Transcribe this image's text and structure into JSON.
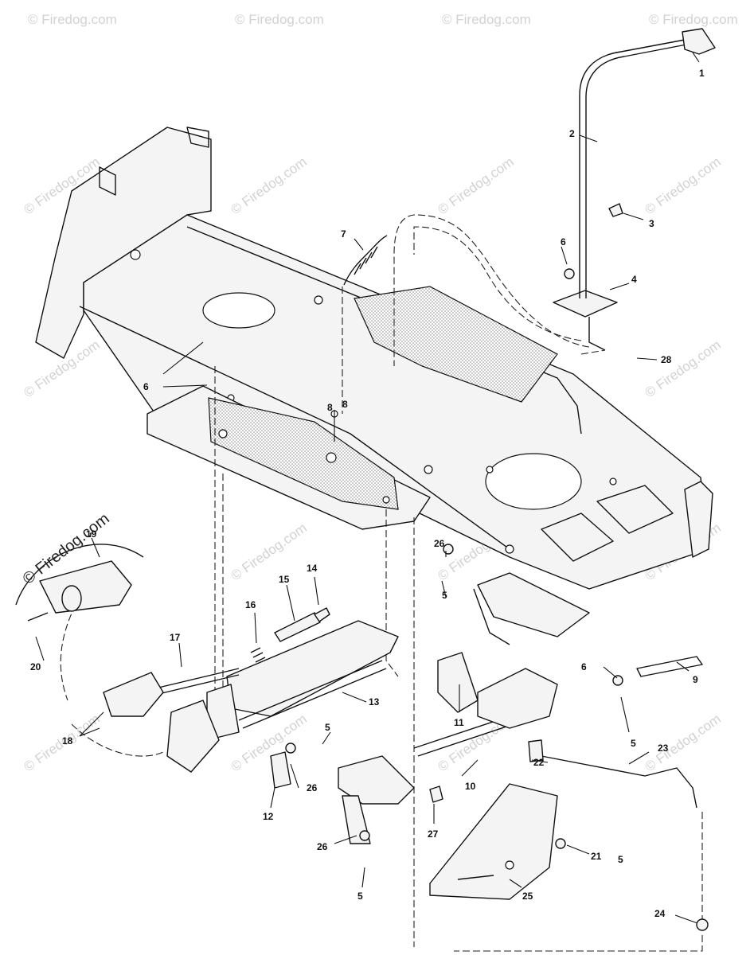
{
  "watermark": {
    "text": "© Firedog.com",
    "inset_text": "© Firedog.com"
  },
  "callouts": [
    {
      "id": "c1",
      "label": "1"
    },
    {
      "id": "c2",
      "label": "2"
    },
    {
      "id": "c3",
      "label": "3"
    },
    {
      "id": "c4",
      "label": "4"
    },
    {
      "id": "c6a",
      "label": "6"
    },
    {
      "id": "c7",
      "label": "7"
    },
    {
      "id": "c28",
      "label": "28"
    },
    {
      "id": "c6b",
      "label": "6"
    },
    {
      "id": "c8a",
      "label": "8"
    },
    {
      "id": "c8b",
      "label": "8"
    },
    {
      "id": "c26a",
      "label": "26"
    },
    {
      "id": "c5a",
      "label": "5"
    },
    {
      "id": "c14",
      "label": "14"
    },
    {
      "id": "c15",
      "label": "15"
    },
    {
      "id": "c16",
      "label": "16"
    },
    {
      "id": "c17",
      "label": "17"
    },
    {
      "id": "c19",
      "label": "19"
    },
    {
      "id": "c20",
      "label": "20"
    },
    {
      "id": "c18",
      "label": "18"
    },
    {
      "id": "c13",
      "label": "13"
    },
    {
      "id": "c11",
      "label": "11"
    },
    {
      "id": "c6c",
      "label": "6"
    },
    {
      "id": "c9",
      "label": "9"
    },
    {
      "id": "c5b",
      "label": "5"
    },
    {
      "id": "c5c",
      "label": "5"
    },
    {
      "id": "c23",
      "label": "23"
    },
    {
      "id": "c22",
      "label": "22"
    },
    {
      "id": "c10",
      "label": "10"
    },
    {
      "id": "c26b",
      "label": "26"
    },
    {
      "id": "c12",
      "label": "12"
    },
    {
      "id": "c27",
      "label": "27"
    },
    {
      "id": "c26c",
      "label": "26"
    },
    {
      "id": "c5d",
      "label": "5"
    },
    {
      "id": "c21",
      "label": "21"
    },
    {
      "id": "c5e",
      "label": "5"
    },
    {
      "id": "c25",
      "label": "25"
    },
    {
      "id": "c24",
      "label": "24"
    }
  ],
  "colors": {
    "line": "#111111",
    "watermark": "#d2d2d2",
    "stipple": "#888888",
    "background": "#ffffff"
  }
}
